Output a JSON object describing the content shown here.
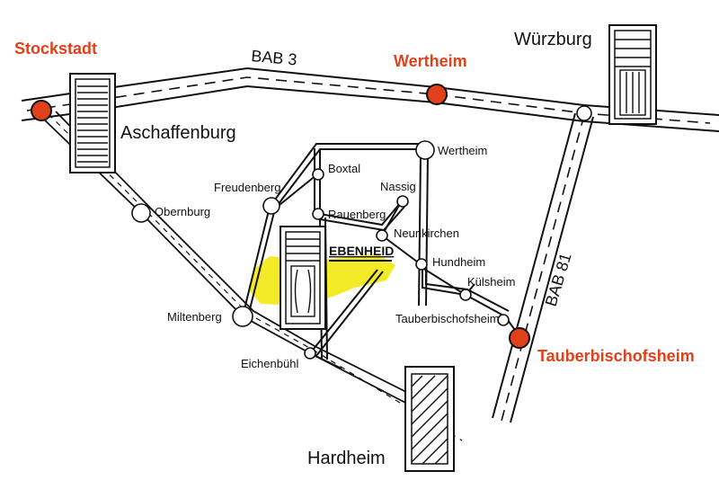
{
  "cities_major": {
    "stockstadt": "Stockstadt",
    "wertheim": "Wertheim",
    "tauberbischofsheim": "Tauberbischofsheim"
  },
  "cities": {
    "aschaffenburg": "Aschaffenburg",
    "wuerzburg": "Würzburg",
    "hardheim": "Hardheim"
  },
  "places": {
    "obernburg": "Obernburg",
    "miltenberg": "Miltenberg",
    "eichenbuehl": "Eichenbühl",
    "freudenberg": "Freudenberg",
    "boxtal": "Boxtal",
    "rauenberg": "Rauenberg",
    "wertheim_town": "Wertheim",
    "nassig": "Nassig",
    "neunkirchen": "Neunkirchen",
    "hundheim": "Hundheim",
    "kuelsheim": "Külsheim",
    "tauberbischofsheim_town": "Tauberbischofsheim"
  },
  "highlight": {
    "ebenheid": "EBENHEID"
  },
  "motorways": {
    "bab3": "BAB 3",
    "bab81": "BAB 81"
  },
  "colors": {
    "accent_red": "#e0401a",
    "highlight_yellow": "#f2ea1c",
    "ink": "#111111"
  }
}
